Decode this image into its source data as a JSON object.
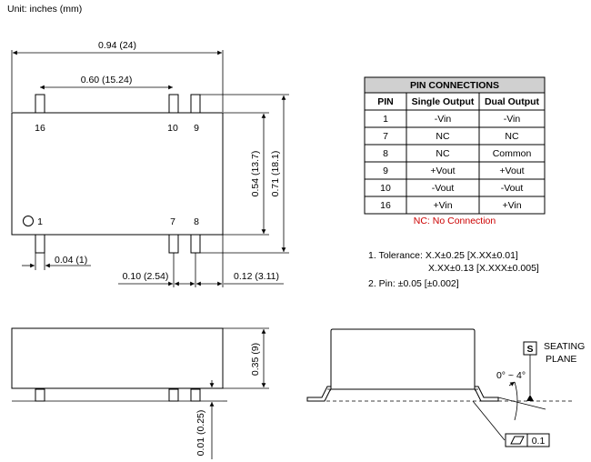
{
  "unit_label": "Unit: inches (mm)",
  "dimensions": {
    "overall_width": "0.94 (24)",
    "pin_span": "0.60 (15.24)",
    "body_height": "0.54 (13.7)",
    "overall_height": "0.71 (18.1)",
    "pin_width": "0.04 (1)",
    "pin_pitch": "0.10 (2.54)",
    "edge_offset": "0.12 (3.11)",
    "body_thickness": "0.35 (9)",
    "standoff": "0.01 (0.25)"
  },
  "pin_labels": {
    "p16": "16",
    "p10": "10",
    "p9": "9",
    "p1": "1",
    "p7": "7",
    "p8": "8"
  },
  "table": {
    "title": "PIN CONNECTIONS",
    "headers": [
      "PIN",
      "Single Output",
      "Dual Output"
    ],
    "rows": [
      [
        "1",
        "-Vin",
        "-Vin"
      ],
      [
        "7",
        "NC",
        "NC"
      ],
      [
        "8",
        "NC",
        "Common"
      ],
      [
        "9",
        "+Vout",
        "+Vout"
      ],
      [
        "10",
        "-Vout",
        "-Vout"
      ],
      [
        "16",
        "+Vin",
        "+Vin"
      ]
    ],
    "note": "NC: No Connection",
    "note_color": "#cc0000"
  },
  "notes": {
    "tolerance_1": "1. Tolerance: X.X±0.25 [X.XX±0.01]",
    "tolerance_2": "X.XX±0.13 [X.XXX±0.005]",
    "pin_tol": "2. Pin: ±0.05 [±0.002]"
  },
  "side_view": {
    "datum_letter": "S",
    "seating_line1": "SEATING",
    "seating_line2": "PLANE",
    "angle": "0° ~ 4°",
    "flatness_value": "0.1",
    "flatness_icon": "parallelogram-icon"
  }
}
